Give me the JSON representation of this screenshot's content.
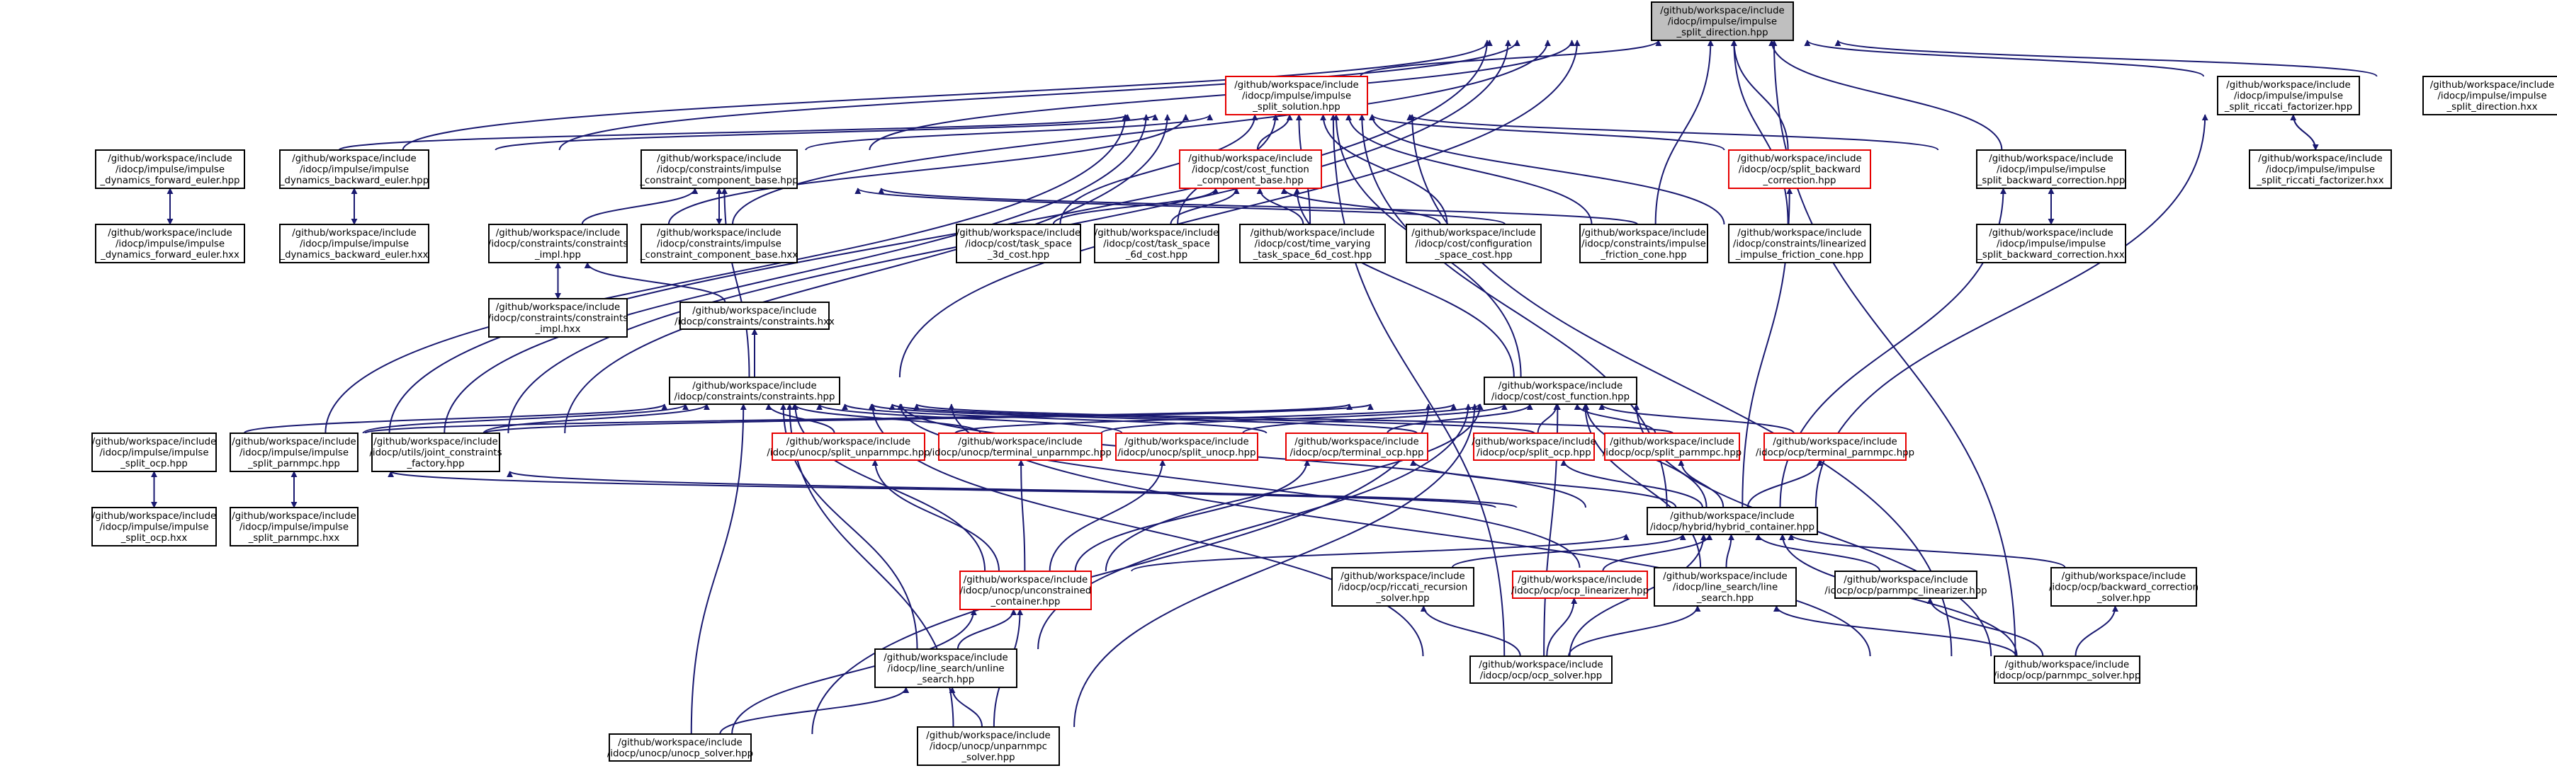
{
  "diagram_type": "doxygen include dependency graph",
  "colors": {
    "edge": "#191970",
    "border": "#000000",
    "red_border": "#e60000",
    "root_fill": "#bfbfbf"
  },
  "nodes": [
    {
      "id": "root",
      "lines": [
        "/github/workspace/include",
        "/idocp/impulse/impulse",
        "_split_direction.hpp"
      ],
      "style": "root"
    },
    {
      "id": "sol",
      "lines": [
        "/github/workspace/include",
        "/idocp/impulse/impulse",
        "_split_solution.hpp"
      ],
      "style": "red"
    },
    {
      "id": "ricfac",
      "lines": [
        "/github/workspace/include",
        "/idocp/impulse/impulse",
        "_split_riccati_factorizer.hpp"
      ],
      "style": "normal"
    },
    {
      "id": "dirhxx",
      "lines": [
        "/github/workspace/include",
        "/idocp/impulse/impulse",
        "_split_direction.hxx"
      ],
      "style": "normal"
    },
    {
      "id": "ricfachxx",
      "lines": [
        "/github/workspace/include",
        "/idocp/impulse/impulse",
        "_split_riccati_factorizer.hxx"
      ],
      "style": "normal"
    },
    {
      "id": "dfe",
      "lines": [
        "/github/workspace/include",
        "/idocp/impulse/impulse",
        "_dynamics_forward_euler.hpp"
      ],
      "style": "normal"
    },
    {
      "id": "dbe",
      "lines": [
        "/github/workspace/include",
        "/idocp/impulse/impulse",
        "_dynamics_backward_euler.hpp"
      ],
      "style": "normal"
    },
    {
      "id": "ccb",
      "lines": [
        "/github/workspace/include",
        "/idocp/constraints/impulse",
        "_constraint_component_base.hpp"
      ],
      "style": "normal"
    },
    {
      "id": "cfcb",
      "lines": [
        "/github/workspace/include",
        "/idocp/cost/cost_function",
        "_component_base.hpp"
      ],
      "style": "red"
    },
    {
      "id": "sbc",
      "lines": [
        "/github/workspace/include",
        "/idocp/ocp/split_backward",
        "_correction.hpp"
      ],
      "style": "red"
    },
    {
      "id": "isbc",
      "lines": [
        "/github/workspace/include",
        "/idocp/impulse/impulse",
        "_split_backward_correction.hpp"
      ],
      "style": "normal"
    },
    {
      "id": "dfehxx",
      "lines": [
        "/github/workspace/include",
        "/idocp/impulse/impulse",
        "_dynamics_forward_euler.hxx"
      ],
      "style": "normal"
    },
    {
      "id": "dbehxx",
      "lines": [
        "/github/workspace/include",
        "/idocp/impulse/impulse",
        "_dynamics_backward_euler.hxx"
      ],
      "style": "normal"
    },
    {
      "id": "cimpl",
      "lines": [
        "/github/workspace/include",
        "/idocp/constraints/constraints",
        "_impl.hpp"
      ],
      "style": "normal"
    },
    {
      "id": "ccbhxx",
      "lines": [
        "/github/workspace/include",
        "/idocp/constraints/impulse",
        "_constraint_component_base.hxx"
      ],
      "style": "normal"
    },
    {
      "id": "ts3d",
      "lines": [
        "/github/workspace/include",
        "/idocp/cost/task_space",
        "_3d_cost.hpp"
      ],
      "style": "normal"
    },
    {
      "id": "ts6d",
      "lines": [
        "/github/workspace/include",
        "/idocp/cost/task_space",
        "_6d_cost.hpp"
      ],
      "style": "normal"
    },
    {
      "id": "tvts6d",
      "lines": [
        "/github/workspace/include",
        "/idocp/cost/time_varying",
        "_task_space_6d_cost.hpp"
      ],
      "style": "normal"
    },
    {
      "id": "cscost",
      "lines": [
        "/github/workspace/include",
        "/idocp/cost/configuration",
        "_space_cost.hpp"
      ],
      "style": "normal"
    },
    {
      "id": "ifc",
      "lines": [
        "/github/workspace/include",
        "/idocp/constraints/impulse",
        "_friction_cone.hpp"
      ],
      "style": "normal"
    },
    {
      "id": "lifc",
      "lines": [
        "/github/workspace/include",
        "/idocp/constraints/linearized",
        "_impulse_friction_cone.hpp"
      ],
      "style": "normal"
    },
    {
      "id": "isbchxx",
      "lines": [
        "/github/workspace/include",
        "/idocp/impulse/impulse",
        "_split_backward_correction.hxx"
      ],
      "style": "normal"
    },
    {
      "id": "cimplhxx",
      "lines": [
        "/github/workspace/include",
        "/idocp/constraints/constraints",
        "_impl.hxx"
      ],
      "style": "normal"
    },
    {
      "id": "chxx",
      "lines": [
        "/github/workspace/include",
        "/idocp/constraints/constraints.hxx"
      ],
      "style": "normal"
    },
    {
      "id": "chpp",
      "lines": [
        "/github/workspace/include",
        "/idocp/constraints/constraints.hpp"
      ],
      "style": "normal"
    },
    {
      "id": "cfhpp",
      "lines": [
        "/github/workspace/include",
        "/idocp/cost/cost_function.hpp"
      ],
      "style": "normal"
    },
    {
      "id": "isocp",
      "lines": [
        "/github/workspace/include",
        "/idocp/impulse/impulse",
        "_split_ocp.hpp"
      ],
      "style": "normal"
    },
    {
      "id": "ispmpc",
      "lines": [
        "/github/workspace/include",
        "/idocp/impulse/impulse",
        "_split_parnmpc.hpp"
      ],
      "style": "normal"
    },
    {
      "id": "jcf",
      "lines": [
        "/github/workspace/include",
        "/idocp/utils/joint_constraints",
        "_factory.hpp"
      ],
      "style": "normal"
    },
    {
      "id": "usu",
      "lines": [
        "/github/workspace/include",
        "/idocp/unocp/split_unparnmpc.hpp"
      ],
      "style": "red"
    },
    {
      "id": "utu",
      "lines": [
        "/github/workspace/include",
        "/idocp/unocp/terminal_unparnmpc.hpp"
      ],
      "style": "red"
    },
    {
      "id": "usoc",
      "lines": [
        "/github/workspace/include",
        "/idocp/unocp/split_unocp.hpp"
      ],
      "style": "red"
    },
    {
      "id": "otocp",
      "lines": [
        "/github/workspace/include",
        "/idocp/ocp/terminal_ocp.hpp"
      ],
      "style": "red"
    },
    {
      "id": "osocp",
      "lines": [
        "/github/workspace/include",
        "/idocp/ocp/split_ocp.hpp"
      ],
      "style": "red"
    },
    {
      "id": "ospm",
      "lines": [
        "/github/workspace/include",
        "/idocp/ocp/split_parnmpc.hpp"
      ],
      "style": "red"
    },
    {
      "id": "otpm",
      "lines": [
        "/github/workspace/include",
        "/idocp/ocp/terminal_parnmpc.hpp"
      ],
      "style": "red"
    },
    {
      "id": "isocphxx",
      "lines": [
        "/github/workspace/include",
        "/idocp/impulse/impulse",
        "_split_ocp.hxx"
      ],
      "style": "normal"
    },
    {
      "id": "ispmpchxx",
      "lines": [
        "/github/workspace/include",
        "/idocp/impulse/impulse",
        "_split_parnmpc.hxx"
      ],
      "style": "normal"
    },
    {
      "id": "hyb",
      "lines": [
        "/github/workspace/include",
        "/idocp/hybrid/hybrid_container.hpp"
      ],
      "style": "normal"
    },
    {
      "id": "ucont",
      "lines": [
        "/github/workspace/include",
        "/idocp/unocp/unconstrained",
        "_container.hpp"
      ],
      "style": "red"
    },
    {
      "id": "rrs",
      "lines": [
        "/github/workspace/include",
        "/idocp/ocp/riccati_recursion",
        "_solver.hpp"
      ],
      "style": "normal"
    },
    {
      "id": "olin",
      "lines": [
        "/github/workspace/include",
        "/idocp/ocp/ocp_linearizer.hpp"
      ],
      "style": "red"
    },
    {
      "id": "lsls",
      "lines": [
        "/github/workspace/include",
        "/idocp/line_search/line",
        "_search.hpp"
      ],
      "style": "normal"
    },
    {
      "id": "pmlin",
      "lines": [
        "/github/workspace/include",
        "/idocp/ocp/parnmpc_linearizer.hpp"
      ],
      "style": "normal"
    },
    {
      "id": "bcs",
      "lines": [
        "/github/workspace/include",
        "/idocp/ocp/backward_correction",
        "_solver.hpp"
      ],
      "style": "normal"
    },
    {
      "id": "unls",
      "lines": [
        "/github/workspace/include",
        "/idocp/line_search/unline",
        "_search.hpp"
      ],
      "style": "normal"
    },
    {
      "id": "ocps",
      "lines": [
        "/github/workspace/include",
        "/idocp/ocp/ocp_solver.hpp"
      ],
      "style": "normal"
    },
    {
      "id": "pms",
      "lines": [
        "/github/workspace/include",
        "/idocp/ocp/parnmpc_solver.hpp"
      ],
      "style": "normal"
    },
    {
      "id": "uocps",
      "lines": [
        "/github/workspace/include",
        "/idocp/unocp/unocp_solver.hpp"
      ],
      "style": "normal"
    },
    {
      "id": "upms",
      "lines": [
        "/github/workspace/include",
        "/idocp/unocp/unparnmpc",
        "_solver.hpp"
      ],
      "style": "normal"
    }
  ]
}
